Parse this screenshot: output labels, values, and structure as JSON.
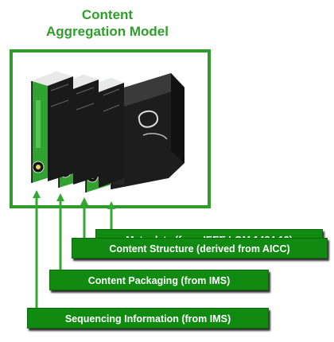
{
  "title": {
    "line1": "Content",
    "line2": "Aggregation Model"
  },
  "labels": {
    "metadata": "Meta-data (from IEEE LOM 1484.12)",
    "structure": "Content Structure (derived from AICC)",
    "packaging": "Content Packaging (from IMS)",
    "sequencing": "Sequencing Information (from IMS)"
  },
  "colors": {
    "title": "#2f9e2c",
    "frame": "#2e9b2a",
    "label_fill": "#108a10",
    "arrow": "#34a832",
    "binder_green": "#2fa22f",
    "binder_dark": "#1f1f1f"
  },
  "icons": {
    "binders": [
      "binder-green-icon",
      "binder-green-icon",
      "binder-green-icon",
      "binder-black-icon"
    ]
  }
}
